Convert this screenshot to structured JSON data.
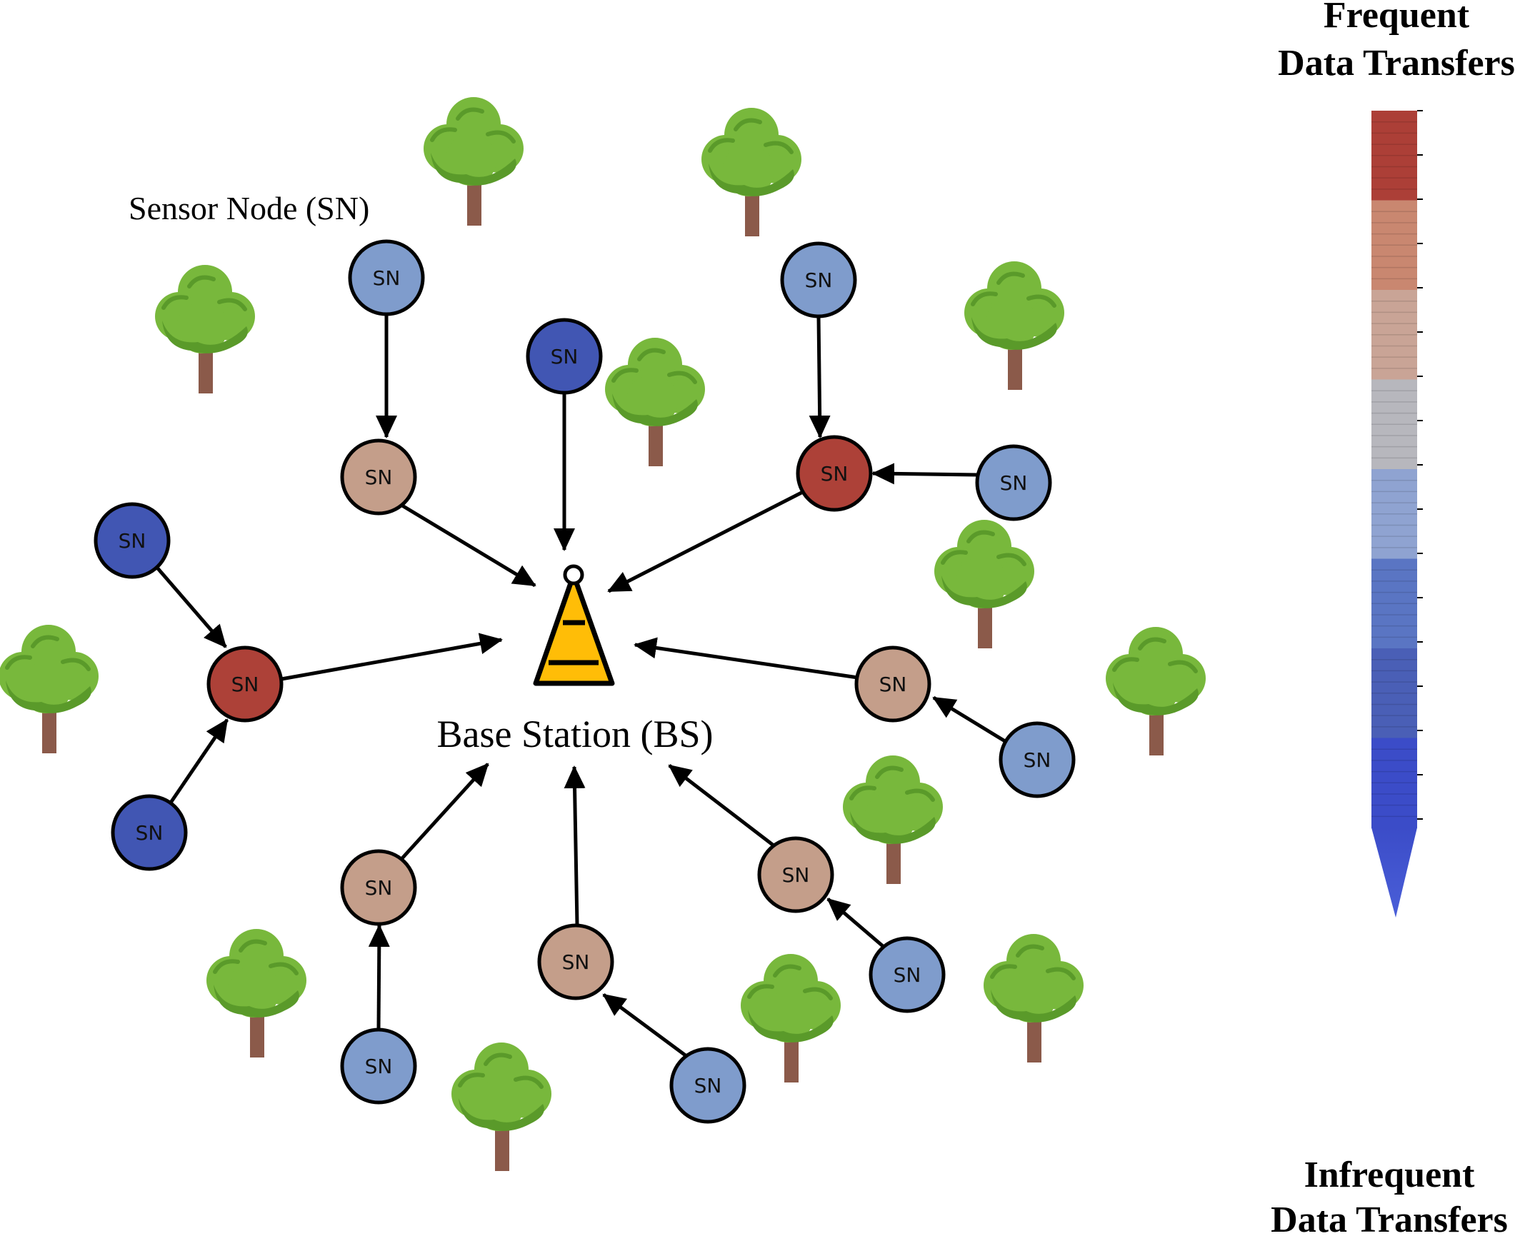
{
  "labels": {
    "sensor_node": "Sensor Node (SN)",
    "base_station": "Base Station (BS)",
    "scale_top_line1": "Frequent",
    "scale_top_line2": "Data Transfers",
    "scale_bottom_line1": "Infrequent",
    "scale_bottom_line2": "Data Transfers"
  },
  "node_label": "SN",
  "colors": {
    "sn_light_blue": "#7f9ccc",
    "sn_dark_blue": "#4156b3",
    "sn_tan": "#c49e8a",
    "sn_red": "#ad4138",
    "tower_fill": "#ffbd07",
    "tree_leaf": "#78b83c",
    "tree_leaf_dark": "#5a9a2a",
    "tree_trunk": "#8b5a4a"
  },
  "scale_colors": [
    "#ac3f37",
    "#c98770",
    "#c9a496",
    "#b7b7bd",
    "#8fa3d1",
    "#5a75c3",
    "#4a5fb6",
    "#3b4cc8"
  ],
  "node_types": [
    "light",
    "light",
    "dark",
    "light",
    "tan",
    "red",
    "light",
    "dark",
    "red",
    "dark",
    "tan",
    "light",
    "tan",
    "light",
    "tan",
    "light",
    "tan",
    "light",
    "light"
  ]
}
